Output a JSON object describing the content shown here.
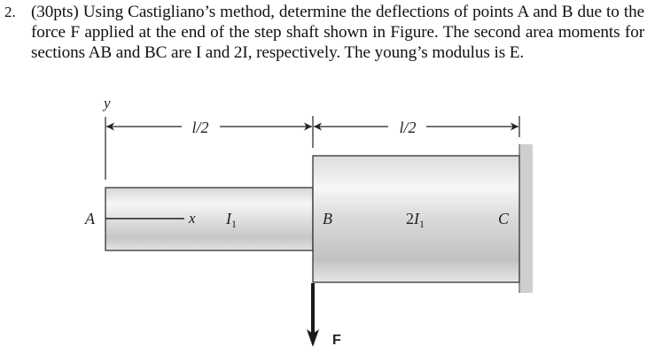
{
  "problem": {
    "number": "2.",
    "text": "(30pts) Using Castigliano’s method, determine the deflections of points A and B due to the force F applied at the end of the step shaft shown in Figure. The second area moments for sections AB and BC are I and 2I, respectively. The young’s modulus is E."
  },
  "figure": {
    "axis_label_y": "y",
    "axis_label_x": "x",
    "dim_left_label": "l/2",
    "dim_right_label": "l/2",
    "point_a": "A",
    "point_b": "B",
    "point_c": "C",
    "section_ab_moment": "I",
    "section_ab_subscript": "1",
    "section_bc_coeff": "2",
    "section_bc_moment": "I",
    "section_bc_subscript": "1",
    "force_label": "F",
    "colors": {
      "line": "#222222",
      "wall": "#cfcfcf",
      "shaft_light": "#f4f4f4",
      "shaft_dark": "#c4c4c4"
    }
  }
}
